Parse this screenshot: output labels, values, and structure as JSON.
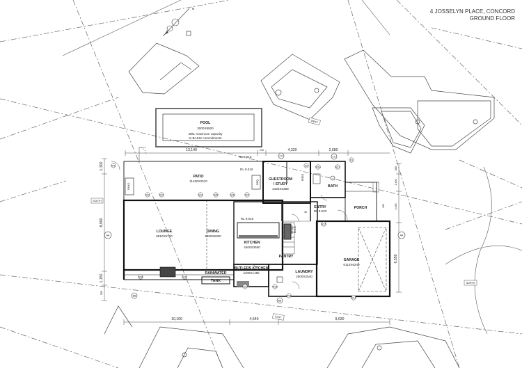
{
  "title": {
    "line1": "4 JOSSELYN PLACE, CONCORD",
    "line2": "GROUND FLOOR"
  },
  "north_label": "N",
  "rooms": {
    "pool": {
      "name": "POOL",
      "size": "3000X8500",
      "note1": "40kL maximum capacity",
      "note2": "to BASIX commitments"
    },
    "patio": {
      "name": "PATIO",
      "size": "11450X2510"
    },
    "guestroom": {
      "name1": "GUESTROOM",
      "name2": "/ STUDY",
      "size": "3425X3368"
    },
    "robe": "ROBE",
    "bath": "BATH",
    "porch": "PORCH",
    "entry": {
      "name": "ENTRY",
      "rl": "RL 9.520"
    },
    "lounge": {
      "name": "LOUNGE",
      "size": "6810X5700"
    },
    "dining": {
      "name": "DINING",
      "size": "2400X6300"
    },
    "kitchen": {
      "name": "KITCHEN",
      "size": "4400X3550",
      "rl": "RL 9.010"
    },
    "study_nook": {
      "name1": "STUDY",
      "name2": "NOOK"
    },
    "pantry": "PANTRY",
    "butlers": {
      "name": "BUTLERS KITCHEN",
      "size": "4400X1455"
    },
    "laundry": {
      "name": "LAUNDRY",
      "size": "2500X2540"
    },
    "garage": {
      "name": "GARAGE",
      "size": "6110X6240"
    },
    "rainwater": {
      "name1": "RAINWATER",
      "name2": "TANK"
    },
    "bbq": "BBQ",
    "sinks": "SINKS"
  },
  "levels": {
    "rl_patio": "RL 9.010",
    "rl_patio2": "RL 9.010",
    "rl_top": "RL 9.010"
  },
  "dimensions": {
    "top_13140": "13,140",
    "top_240": "240",
    "top_4320": "4,320",
    "top_2680": "2,680",
    "bottom_10100": "10,100",
    "bottom_4640": "4,640",
    "bottom_9630": "9,630",
    "left_1300": "1,300",
    "left_8900": "8,900",
    "left_1150": "1,150",
    "left_550": "550",
    "right_885": "885",
    "right_1400": "1,400",
    "right_3350": "3,350",
    "right_6550": "6,550",
    "misc_30": "30",
    "misc_150": "150"
  },
  "compass": {
    "north": "NORTH",
    "south": "SOUTH",
    "east": "EAST",
    "west": "WEST"
  },
  "grid_markers": [
    "AA",
    "AA",
    "BB",
    "BB",
    "CC",
    "CC"
  ],
  "windows": [
    "W1",
    "W2",
    "W3",
    "W4",
    "W5",
    "W6",
    "W7",
    "W8",
    "W9",
    "W10",
    "W11",
    "W12",
    "W13",
    "W14",
    "W15",
    "D1",
    "D2",
    "D3"
  ]
}
